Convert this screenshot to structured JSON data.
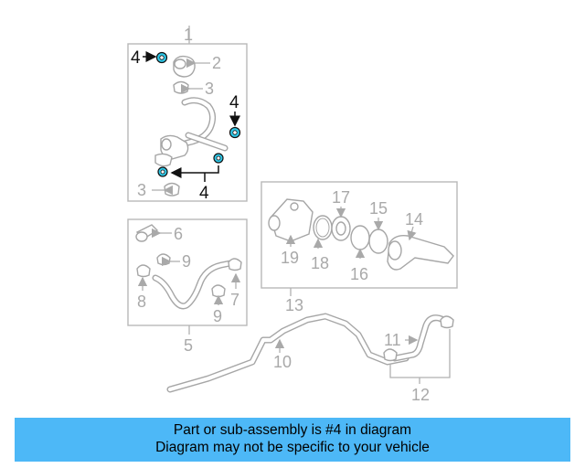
{
  "callouts": {
    "c1": "1",
    "c2": "2",
    "c3a": "3",
    "c3b": "3",
    "c4a": "4",
    "c4b": "4",
    "c4c": "4",
    "c5": "5",
    "c6": "6",
    "c7": "7",
    "c8": "8",
    "c9": "9",
    "c10": "10",
    "c11": "11",
    "c12": "12",
    "c13": "13",
    "c14": "14",
    "c15": "15",
    "c16": "16",
    "c17": "17",
    "c18": "18",
    "c19": "19"
  },
  "highlight_color": "#2ec8e8",
  "banner": {
    "line1": "Part or sub-assembly is #4 in diagram",
    "line2": "Diagram may not be specific to your vehicle",
    "background": "#4db8f7"
  }
}
